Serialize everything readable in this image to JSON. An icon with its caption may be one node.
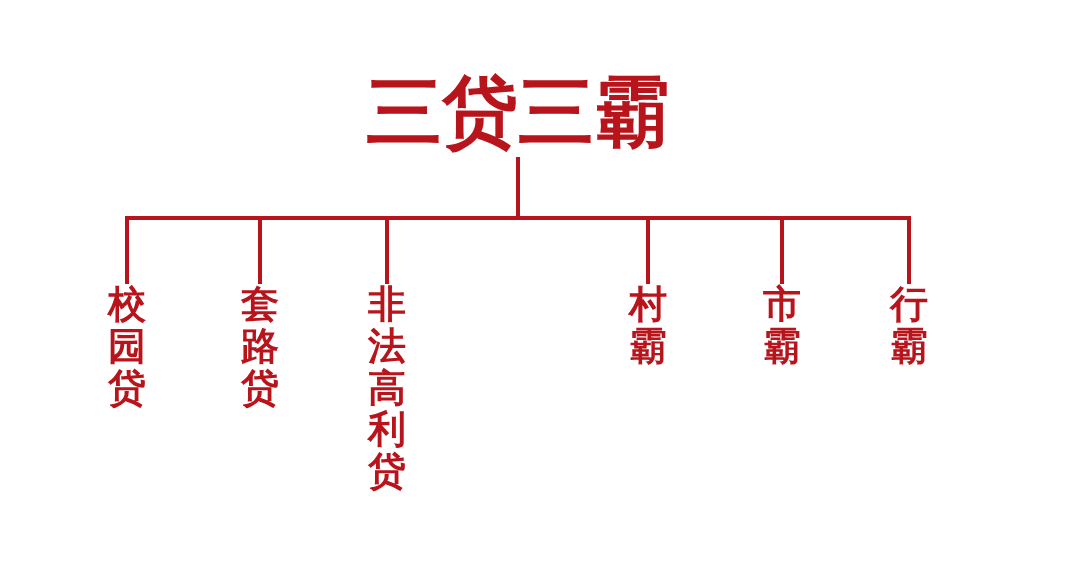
{
  "diagram": {
    "nodes": [
      {
        "text": [
          "三贷三霸"
        ]
      },
      {
        "text": [
          "校园贷"
        ]
      },
      {
        "text": [
          "套路贷"
        ]
      },
      {
        "text": [
          "非法高利贷"
        ]
      },
      {
        "text": [
          "村霸"
        ]
      },
      {
        "text": [
          "市霸"
        ]
      },
      {
        "text": [
          "行霸"
        ]
      }
    ],
    "edges": [
      {
        "from": 0,
        "to": 1,
        "arrow": "none"
      },
      {
        "from": 0,
        "to": 2,
        "arrow": "none"
      },
      {
        "from": 0,
        "to": 3,
        "arrow": "none"
      },
      {
        "from": 0,
        "to": 4,
        "arrow": "none"
      },
      {
        "from": 0,
        "to": 5,
        "arrow": "none"
      },
      {
        "from": 0,
        "to": 6,
        "arrow": "none"
      }
    ]
  }
}
